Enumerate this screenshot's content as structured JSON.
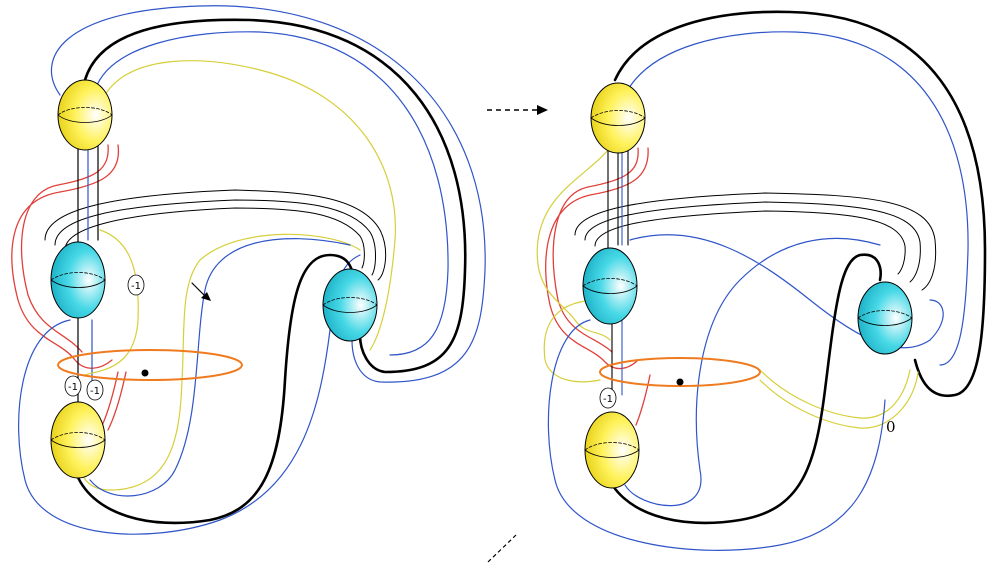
{
  "colors": {
    "black": "#000000",
    "blue": "#2f55c8",
    "yellow": "#d6cf3a",
    "red": "#e0403a",
    "orange": "#f07a1e",
    "ball_yellow": "#fff04a",
    "ball_cyan": "#30d0e0"
  },
  "left_diagram": {
    "badge_a": "-1",
    "badge_b": "-1",
    "badge_c": "-1"
  },
  "right_diagram": {
    "badge": "-1",
    "framing": "0"
  },
  "icons": [
    "dashed-arrow-icon",
    "small-arrow-icon",
    "dot-icon"
  ]
}
